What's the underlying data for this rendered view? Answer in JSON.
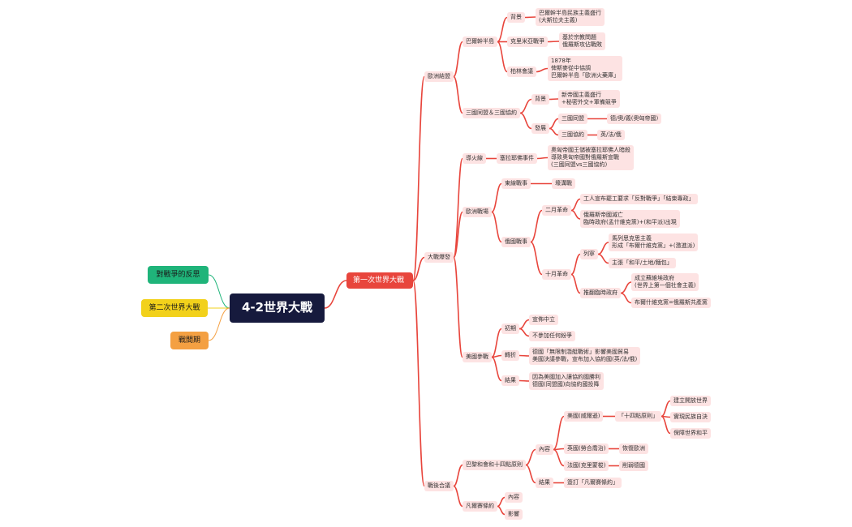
{
  "root": {
    "label": "4-2世界大戰"
  },
  "side": [
    {
      "label": "對戰爭的反思",
      "color": "#1fb47a"
    },
    {
      "label": "第二次世界大戰",
      "color": "#f2d11b"
    },
    {
      "label": "戰間期",
      "color": "#f4a042"
    }
  ],
  "main": {
    "label": "第一次世界大戰",
    "color": "#e8453c"
  },
  "sections": {
    "s1": {
      "label": "歐洲結盟",
      "balkan": {
        "label": "巴爾幹半島",
        "bg": "背景",
        "bg_text": "巴爾幹半島民族主義盛行\n(大斯拉夫主義)",
        "war": "克里米亞戰爭",
        "war_text": "基於宗教問題\n俄羅斯攻佔戰敗",
        "berlin": "柏林會議",
        "berlin_text": "1878年\n俾斯麥從中協調\n巴爾幹半島「歐洲火藥庫」"
      },
      "alliance": {
        "label": "三國同盟＆三國協約",
        "bg": "背景",
        "bg_text": "新帝國主義盛行\n+秘密外交+軍備競爭",
        "dev": "發展",
        "triple_a": "三國同盟",
        "triple_a_text": "德/奧/義(奧匈帝國)",
        "triple_e": "三國協約",
        "triple_e_text": "英/法/俄"
      }
    },
    "s2": {
      "label": "大戰爆發",
      "fuse": "導火線",
      "sarajevo": "塞拉耶佛事件",
      "sarajevo_text": "奧匈帝國王儲被塞拉耶佛人暗殺\n導致奧匈帝國對俄羅斯宣戰\n(三國同盟vs三國協約)",
      "eu": {
        "label": "歐洲戰場",
        "east": "東線戰事",
        "east_text": "壕溝戰",
        "russia": "俄國戰事",
        "feb": "二月革命",
        "feb_1": "工人宣布罷工要求「反對戰爭」「結束專政」",
        "feb_2": "俄羅斯帝國滅亡\n臨時政府(孟什維克黨)+(和平派)出現",
        "oct": "十月革命",
        "lenin": "列寧",
        "lenin_1": "馬列思克思主義\n形成「布爾什維克黨」+(激進派)",
        "lenin_2": "主張「和平/土地/麵包」",
        "overthrow": "推翻臨時政府",
        "over_1": "成立蘇維埃政府\n(世界上第一個社會主義)",
        "over_2": "布爾什維克黨=俄羅斯共產黨"
      },
      "us": {
        "label": "美國參戰",
        "early": "初期",
        "early_1": "宣佈中立",
        "early_2": "不參加任何紛爭",
        "turn": "轉折",
        "turn_text": "德國「無限制潛艇戰術」影響美國貿易\n美國決議參戰，宣布加入協約國(英/法/俄)",
        "result": "結果",
        "result_text": "因為美國加入讓協約國勝利\n德國(同盟國)向協約國投降"
      }
    },
    "s3": {
      "label": "戰後合議",
      "paris": "巴黎和會和十四點原則",
      "content": "內容",
      "us_wilson": "美國(威爾遜)",
      "fourteen": "「十四點原則」",
      "f1": "建立開放世界",
      "f2": "實現民族自決",
      "f3": "保障世界和平",
      "uk": "英國(勞合喬治)",
      "uk_text": "恢復歐洲",
      "fr": "法國(克里蒙梭)",
      "fr_text": "削弱德國",
      "result": "結果",
      "result_text": "簽訂「凡爾賽條約」",
      "versailles": "凡爾賽條約",
      "v1": "內容",
      "v2": "影響"
    }
  }
}
